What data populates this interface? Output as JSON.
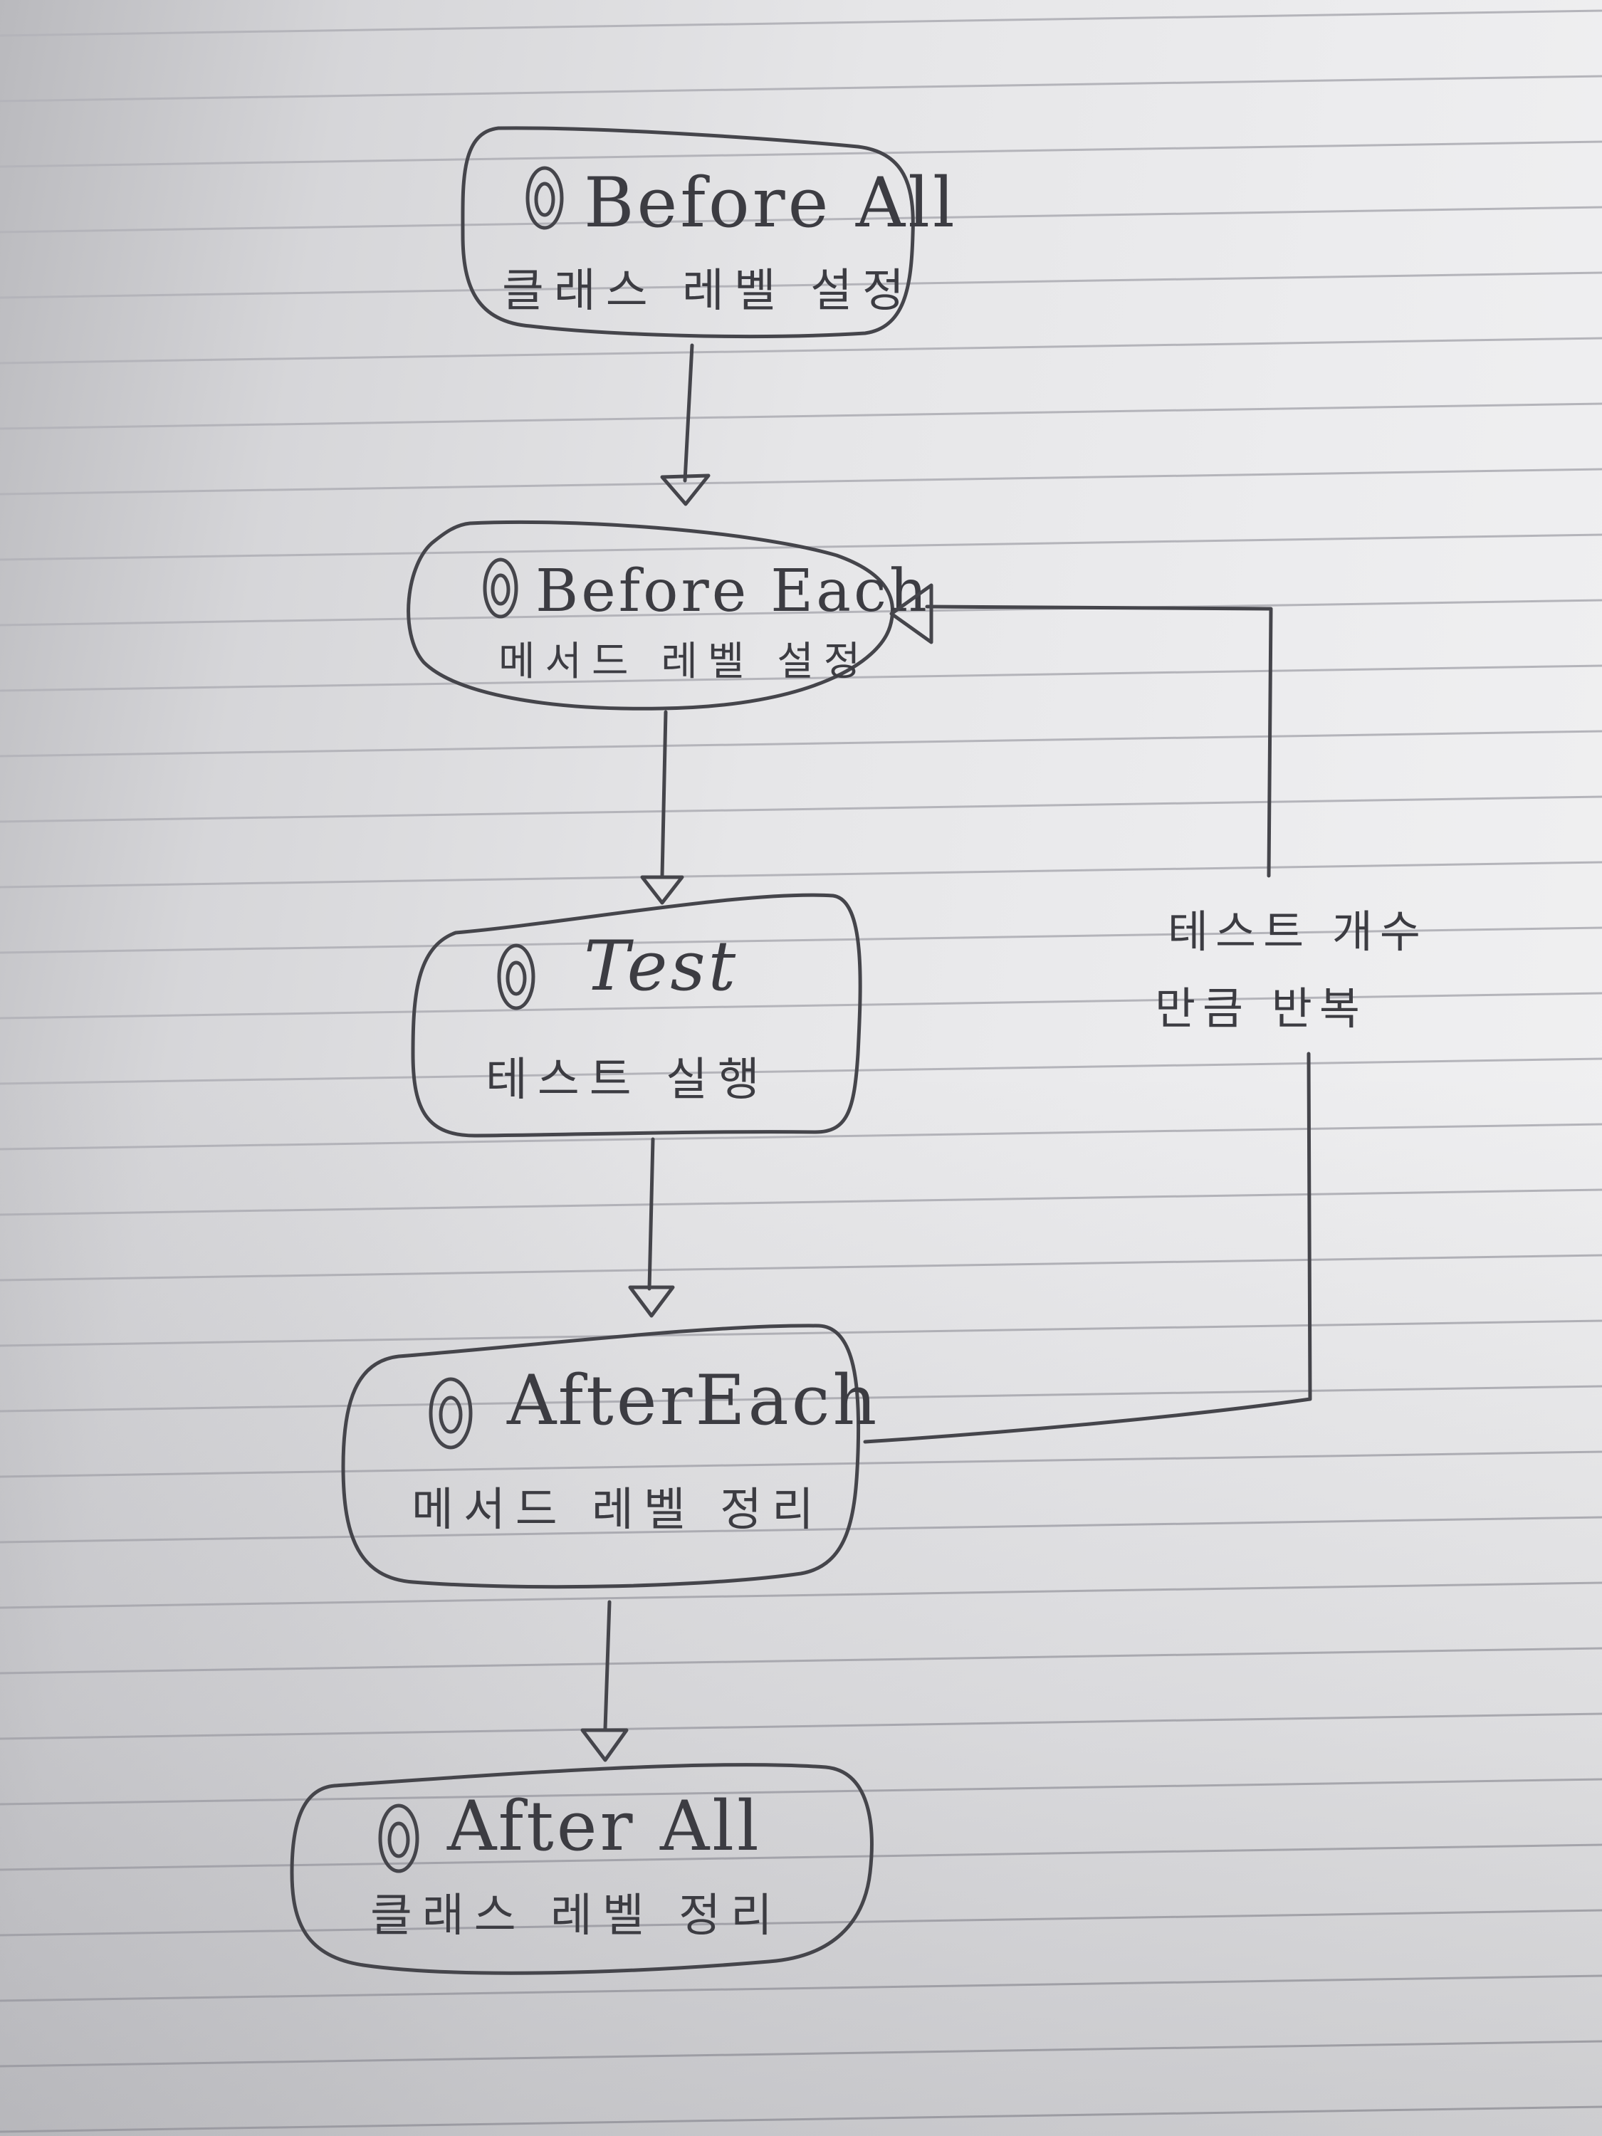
{
  "nodes": [
    {
      "annotation": "@",
      "title": "Before All",
      "subtitle": "클래스 레벨 설정"
    },
    {
      "annotation": "@",
      "title": "Before Each",
      "subtitle": "메서드 레벨 설정"
    },
    {
      "annotation": "@",
      "title": "Test",
      "subtitle": "테스트 실행"
    },
    {
      "annotation": "@",
      "title": "AfterEach",
      "subtitle": "메서드 레벨 정리"
    },
    {
      "annotation": "@",
      "title": "After All",
      "subtitle": "클래스 레벨 정리"
    }
  ],
  "loop_note": {
    "line1": "테스트 개수",
    "line2": "만큼 반복"
  }
}
